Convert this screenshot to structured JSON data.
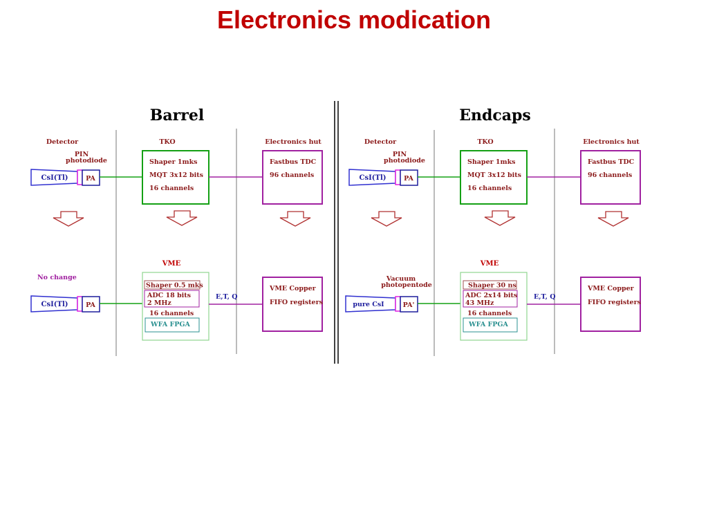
{
  "title": "Electronics modication",
  "colors": {
    "title": "#c00000",
    "label_brown": "#8b1a1a",
    "tko_green": "#14a014",
    "vme_green": "#8fd68f",
    "purple": "#a020a0",
    "blue": "#1c1c9c",
    "teal": "#2a9090",
    "arrow": "#b03030"
  },
  "barrel": {
    "heading": "Barrel",
    "col_detector": "Detector",
    "col_tko": "TKO",
    "col_hut": "Electronics hut",
    "pin_line1": "PIN",
    "pin_line2": "photodiode",
    "crystal": "CsI(Tl)",
    "pa": "PA",
    "tko_line1": "Shaper 1mks",
    "tko_line2": "MQT 3x12 bits",
    "tko_line3": "16 channels",
    "hut_line1": "Fastbus TDC",
    "hut_line2": "96 channels",
    "vme_label": "VME",
    "no_change": "No change",
    "crystal2": "CsI(Tl)",
    "pa2": "PA",
    "shaper": "Shaper 0.5 mks",
    "adc_line1": "ADC 18 bits",
    "adc_line2": "2 MHz",
    "vme_channels": "16 channels",
    "fpga": "WFA FPGA",
    "etq": "E,T, Q",
    "copper_line1": "VME Copper",
    "copper_line2": "FIFO registers"
  },
  "endcaps": {
    "heading": "Endcaps",
    "col_detector": "Detector",
    "col_tko": "TKO",
    "col_hut": "Electronics hut",
    "pin_line1": "PIN",
    "pin_line2": "photodiode",
    "crystal": "CsI(Tl)",
    "pa": "PA",
    "tko_line1": "Shaper 1mks",
    "tko_line2": "MQT 3x12 bits",
    "tko_line3": "16 channels",
    "hut_line1": "Fastbus TDC",
    "hut_line2": "96 channels",
    "vme_label": "VME",
    "vacuum_line1": "Vacuum",
    "vacuum_line2": "photopentode",
    "crystal2": "pure CsI",
    "pa2": "PA'",
    "shaper": "Shaper 30 ns",
    "adc_line1": "ADC 2x14 bits",
    "adc_line2": "43 MHz",
    "vme_channels": "16 channels",
    "fpga": "WFA FPGA",
    "etq": "E,T, Q",
    "copper_line1": "VME Copper",
    "copper_line2": "FIFO registers"
  }
}
